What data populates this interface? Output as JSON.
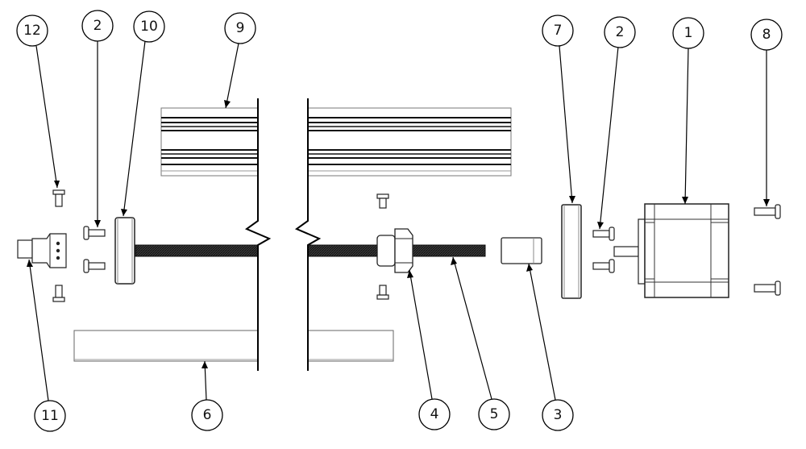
{
  "diagram": {
    "type": "exploded-assembly-drawing",
    "callouts": [
      {
        "id": "c12",
        "label": "12",
        "points_to": "set-screw-left-top"
      },
      {
        "id": "c2a",
        "label": "2",
        "points_to": "bolt-left"
      },
      {
        "id": "c10",
        "label": "10",
        "points_to": "end-plate-left"
      },
      {
        "id": "c9",
        "label": "9",
        "points_to": "extrusion-rail"
      },
      {
        "id": "c7",
        "label": "7",
        "points_to": "motor-plate"
      },
      {
        "id": "c2b",
        "label": "2",
        "points_to": "bolt-right"
      },
      {
        "id": "c1",
        "label": "1",
        "points_to": "stepper-motor"
      },
      {
        "id": "c8",
        "label": "8",
        "points_to": "motor-screw"
      },
      {
        "id": "c11",
        "label": "11",
        "points_to": "shaft-coupler-end"
      },
      {
        "id": "c6",
        "label": "6",
        "points_to": "bottom-rail"
      },
      {
        "id": "c4",
        "label": "4",
        "points_to": "lead-nut"
      },
      {
        "id": "c5",
        "label": "5",
        "points_to": "lead-screw"
      },
      {
        "id": "c3",
        "label": "3",
        "points_to": "coupler"
      }
    ]
  }
}
